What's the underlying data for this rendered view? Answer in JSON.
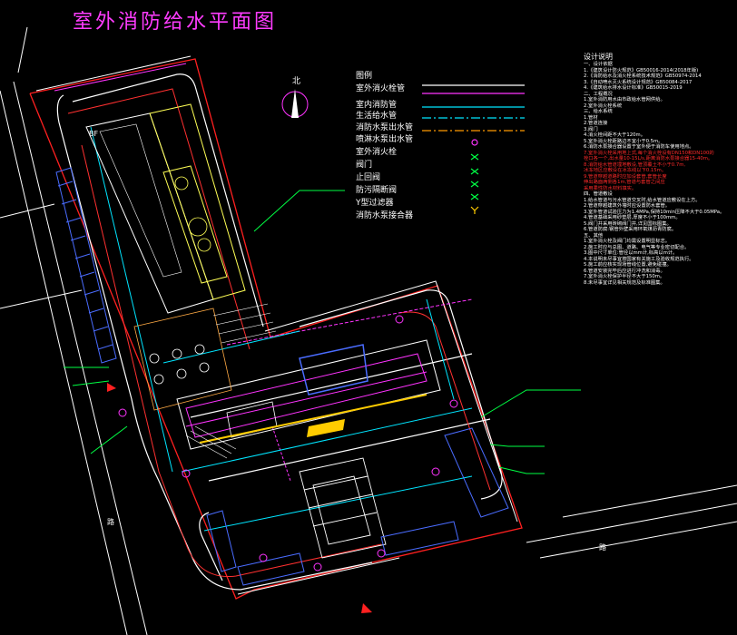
{
  "title": "室外消防给水平面图",
  "north_label": "北",
  "legend": {
    "header": "图例",
    "items": [
      {
        "label": "室外消火栓管",
        "color": "#ffffff",
        "style": "solid"
      },
      {
        "label": "室内消防管",
        "color": "#ff33ff",
        "style": "solid"
      },
      {
        "label": "生活给水管",
        "color": "#00e5ff",
        "style": "solid"
      },
      {
        "label": "消防水泵出水管",
        "color": "#00e5ff",
        "style": "dashdot"
      },
      {
        "label": "喷淋水泵出水管",
        "color": "#ff9a00",
        "style": "dashdot"
      },
      {
        "label": "室外消火栓",
        "color": "#ff33ff",
        "style": "circle"
      },
      {
        "label": "阀门",
        "color": "#00ff44",
        "style": "valve"
      },
      {
        "label": "止回阀",
        "color": "#00ff44",
        "style": "valve"
      },
      {
        "label": "防污隔断阀",
        "color": "#00ff44",
        "style": "valve"
      },
      {
        "label": "Y型过滤器",
        "color": "#00ff44",
        "style": "valve"
      },
      {
        "label": "消防水泵接合器",
        "color": "#ffcc00",
        "style": "y"
      }
    ]
  },
  "notes": {
    "header": "设计说明",
    "white_top": [
      "一、设计依据",
      "1.《建筑设计防火规范》GB50016-2014(2018年版)",
      "2.《消防给水及消火栓系统技术规范》GB50974-2014",
      "3.《自动喷水灭火系统设计规范》GB50084-2017",
      "4.《建筑给水排水设计标准》GB50015-2019",
      "二、工程概况",
      "1.室外消防用水由市政给水管网供给。",
      "2.室外消火栓系统",
      "三、给水系统",
      "1.管材",
      "2.管道连接",
      "3.阀门",
      "4.消火栓间距不大于120m。",
      "5.室外消火栓距路边不宜小于0.5m。",
      "6.消防水泵接合器设置于室外便于消防车使用地点。"
    ],
    "red": [
      "7.室外消火栓采用地上式,每个消火栓设有DN150和DN100的",
      "栓口各一个,出水量10-15L/s,距离消防水泵接合器15-40m。",
      "8.消防给水管道埋地敷设,管顶覆土不小于0.7m,",
      "冰冻地区应敷设在冰冻线以下0.15m。",
      "9.管道穿越道路时应加设套管,套管长度",
      "伸出路面两侧各1m,管道与套管之间应",
      "采用柔性防水材料填实。"
    ],
    "white_bottom": [
      "四、管道敷设",
      "1.给水管道与污水管道交叉时,给水管道应敷设在上方。",
      "2.管道穿越建筑外墙时应设置防水套管。",
      "3.室外管道试验压力为1.4MPa,保持10min压降不大于0.05MPa。",
      "4.管道基础采用砂垫层,厚度不小于100mm。",
      "5.阀门井采用砖砌阀门井,详见国标图集。",
      "6.管道防腐:钢管外壁采用环氧煤沥青防腐。",
      "五、其他",
      "1.室外消火栓及阀门均需设置明显标志。",
      "2.施工时应与总图、道路、电气等专业密切配合。",
      "3.图中尺寸单位:管径以mm计,标高以m计。",
      "4.本说明未尽事宜按国家有关施工及验收规范执行。",
      "5.施工前应核实现场管线位置,避免碰撞。",
      "6.管道安装完毕后应进行冲洗和消毒。",
      "7.室外消火栓保护半径不大于150m。",
      "8.未尽事宜详见相关规范及标准图集。"
    ]
  },
  "site_labels": {
    "bf": "BF",
    "road_right": "路",
    "road_left": "路"
  }
}
